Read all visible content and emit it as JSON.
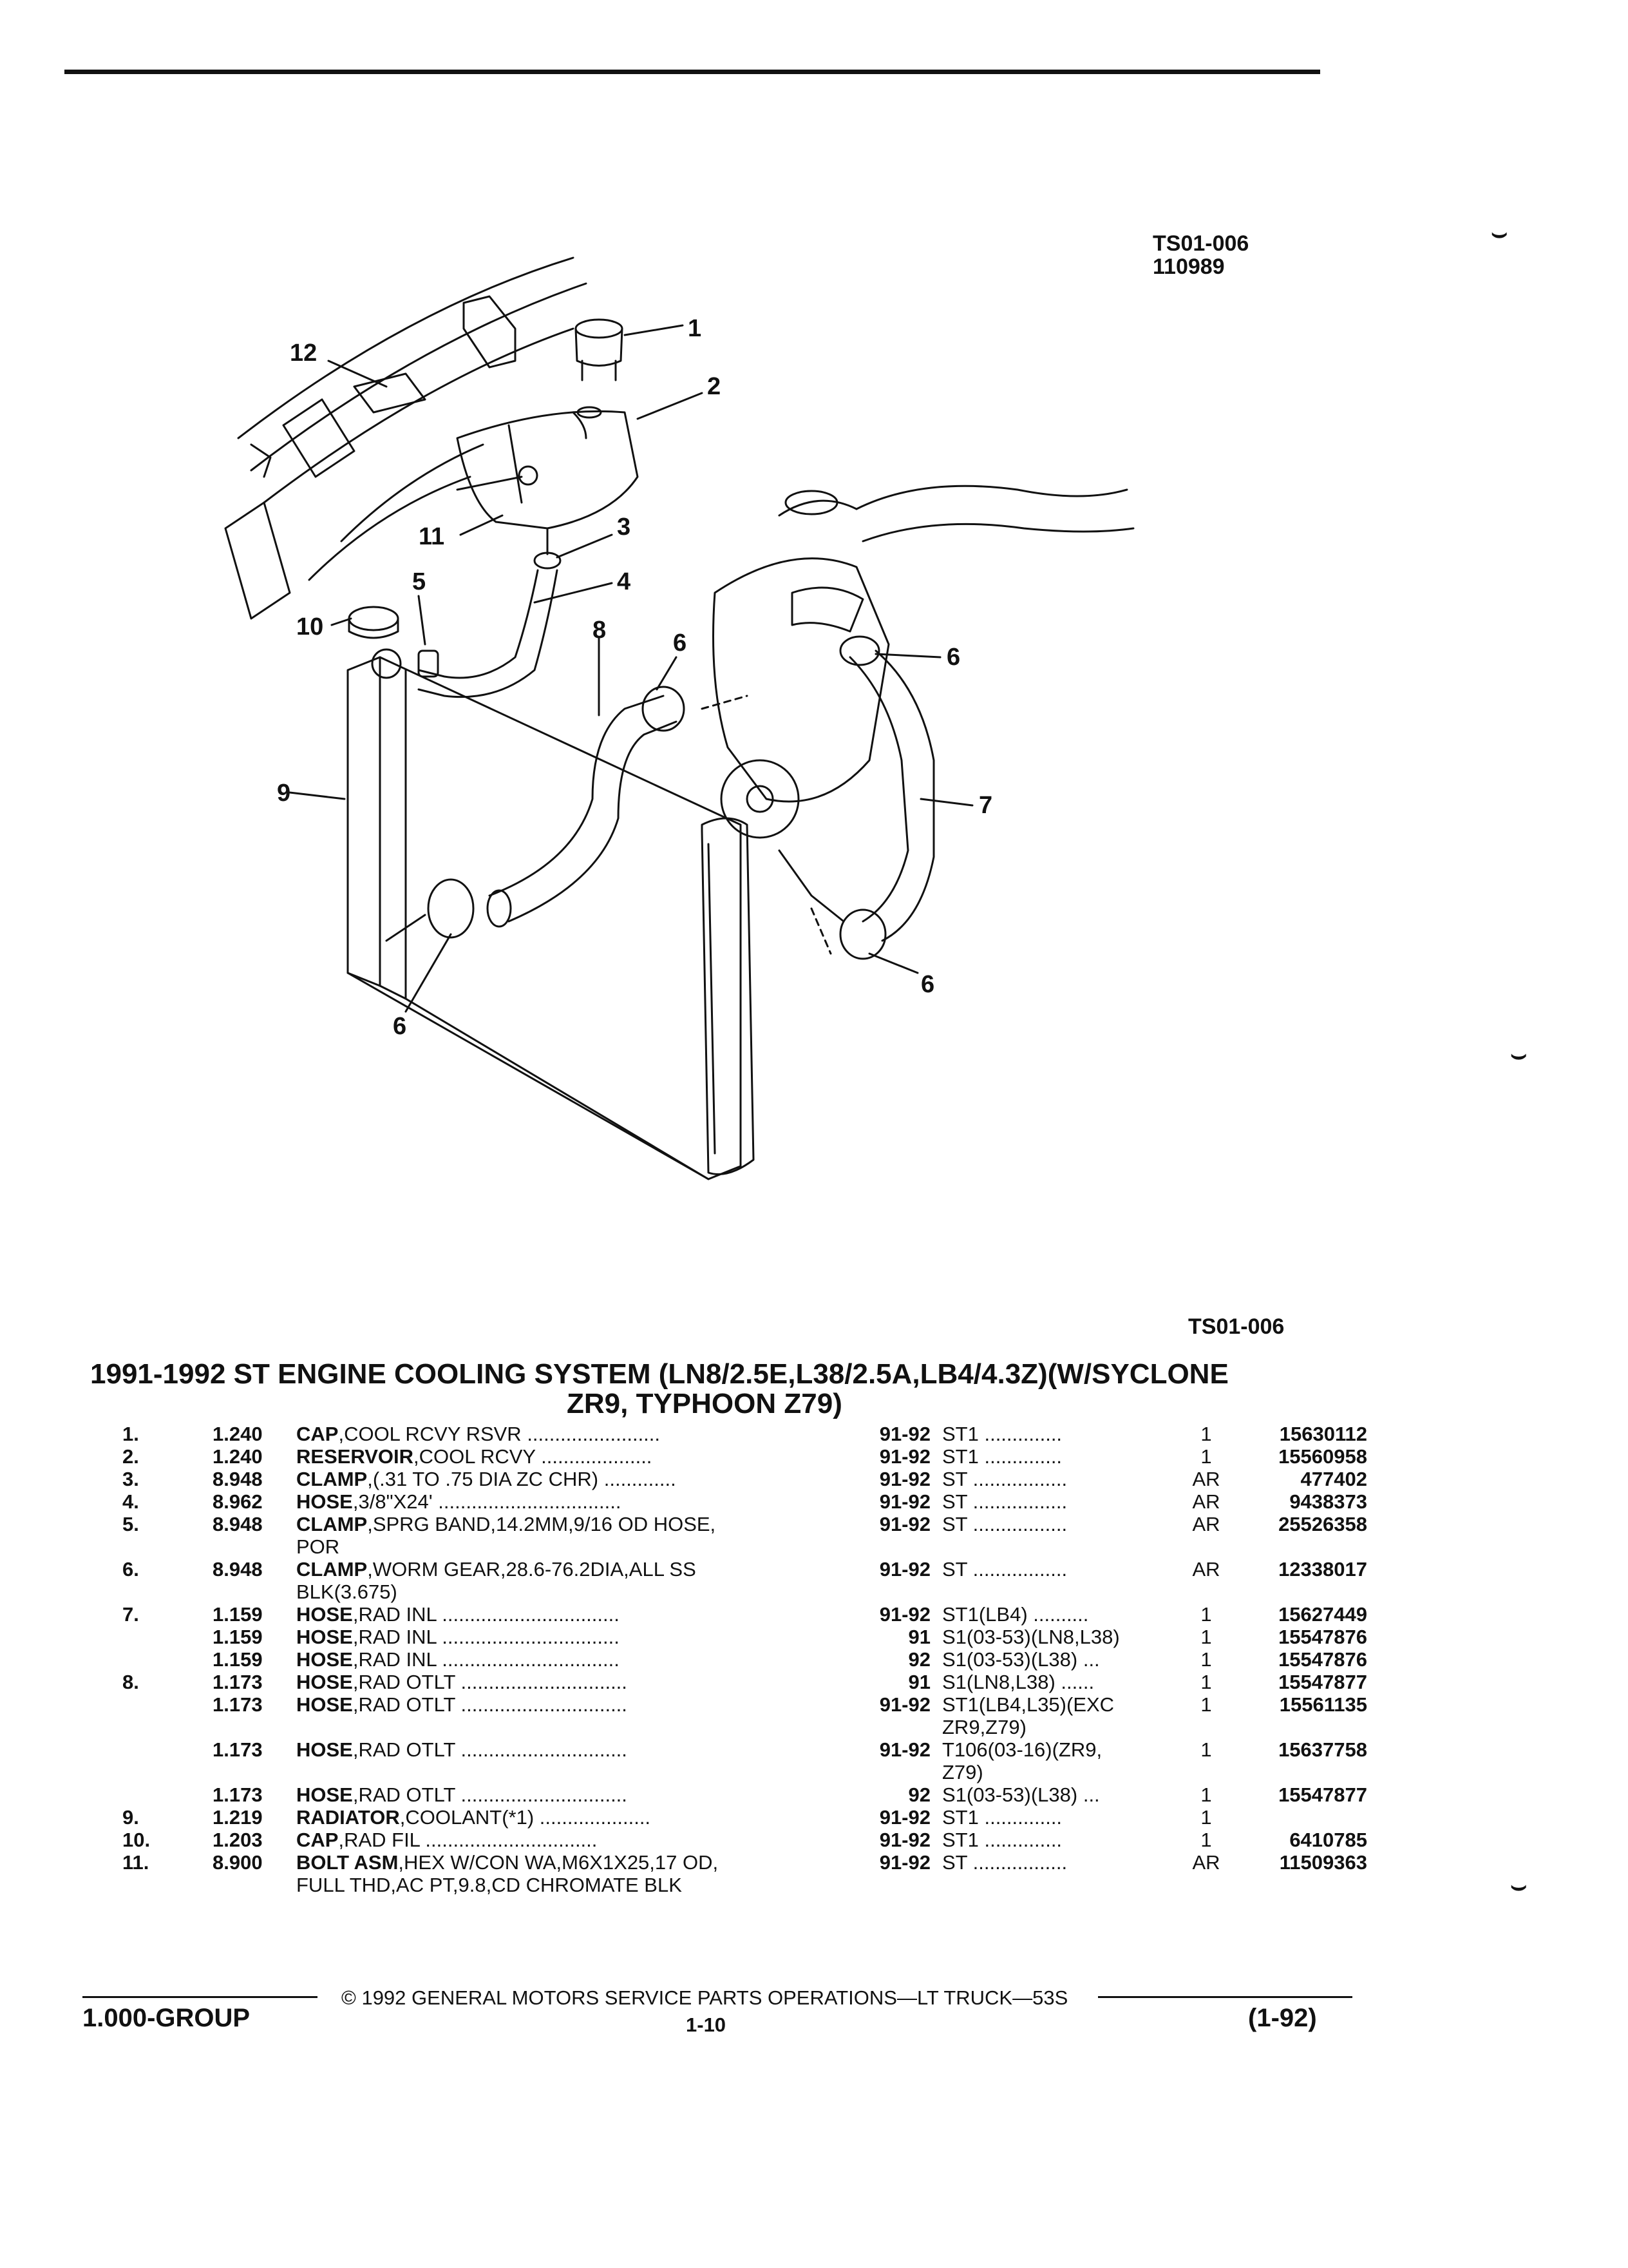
{
  "header": {
    "ref_code": "TS01-006",
    "ref_number": "110989"
  },
  "diagram": {
    "callouts": [
      "1",
      "2",
      "3",
      "4",
      "5",
      "6",
      "6",
      "6",
      "6",
      "7",
      "8",
      "9",
      "10",
      "11",
      "12"
    ]
  },
  "section_ref": "TS01-006",
  "title": {
    "line1": "1991-1992 ST ENGINE COOLING SYSTEM (LN8/2.5E,L38/2.5A,LB4/4.3Z)(W/SYCLONE",
    "line2": "ZR9, TYPHOON Z79)"
  },
  "parts": [
    {
      "idx": "1.",
      "grp": "1.240",
      "name": "CAP",
      "desc": ",COOL RCVY RSVR",
      "dots": " ........................",
      "cont": "",
      "yr": "91-92",
      "app": "ST1  ..............",
      "app2": "",
      "qty": "1",
      "pn": "15630112"
    },
    {
      "idx": "2.",
      "grp": "1.240",
      "name": "RESERVOIR",
      "desc": ",COOL RCVY",
      "dots": " ....................",
      "cont": "",
      "yr": "91-92",
      "app": "ST1  ..............",
      "app2": "",
      "qty": "1",
      "pn": "15560958"
    },
    {
      "idx": "3.",
      "grp": "8.948",
      "name": "CLAMP",
      "desc": ",(.31 TO .75 DIA ZC CHR)",
      "dots": " .............",
      "cont": "",
      "yr": "91-92",
      "app": "ST  .................",
      "app2": "",
      "qty": "AR",
      "pn": "477402"
    },
    {
      "idx": "4.",
      "grp": "8.962",
      "name": "HOSE",
      "desc": ",3/8\"X24'",
      "dots": " .................................",
      "cont": "",
      "yr": "91-92",
      "app": "ST  .................",
      "app2": "",
      "qty": "AR",
      "pn": "9438373"
    },
    {
      "idx": "5.",
      "grp": "8.948",
      "name": "CLAMP",
      "desc": ",SPRG BAND,14.2MM,9/16 OD HOSE,",
      "dots": "",
      "cont": "POR",
      "yr": "91-92",
      "app": "ST  .................",
      "app2": "",
      "qty": "AR",
      "pn": "25526358"
    },
    {
      "idx": "6.",
      "grp": "8.948",
      "name": "CLAMP",
      "desc": ",WORM GEAR,28.6-76.2DIA,ALL SS",
      "dots": "",
      "cont": "BLK(3.675)",
      "yr": "91-92",
      "app": "ST  .................",
      "app2": "",
      "qty": "AR",
      "pn": "12338017"
    },
    {
      "idx": "7.",
      "grp": "1.159",
      "name": "HOSE",
      "desc": ",RAD INL",
      "dots": " ................................",
      "cont": "",
      "yr": "91-92",
      "app": "ST1(LB4)  ..........",
      "app2": "",
      "qty": "1",
      "pn": "15627449"
    },
    {
      "idx": "",
      "grp": "1.159",
      "name": "HOSE",
      "desc": ",RAD INL",
      "dots": " ................................",
      "cont": "",
      "yr": "91",
      "app": "S1(03-53)(LN8,L38)",
      "app2": "",
      "qty": "1",
      "pn": "15547876"
    },
    {
      "idx": "",
      "grp": "1.159",
      "name": "HOSE",
      "desc": ",RAD INL",
      "dots": " ................................",
      "cont": "",
      "yr": "92",
      "app": "S1(03-53)(L38)  ...",
      "app2": "",
      "qty": "1",
      "pn": "15547876"
    },
    {
      "idx": "8.",
      "grp": "1.173",
      "name": "HOSE",
      "desc": ",RAD OTLT",
      "dots": " ..............................",
      "cont": "",
      "yr": "91",
      "app": "S1(LN8,L38)  ......",
      "app2": "",
      "qty": "1",
      "pn": "15547877"
    },
    {
      "idx": "",
      "grp": "1.173",
      "name": "HOSE",
      "desc": ",RAD OTLT",
      "dots": " ..............................",
      "cont": "",
      "yr": "91-92",
      "app": "ST1(LB4,L35)(EXC",
      "app2": "ZR9,Z79)",
      "qty": "1",
      "pn": "15561135"
    },
    {
      "idx": "",
      "grp": "1.173",
      "name": "HOSE",
      "desc": ",RAD OTLT",
      "dots": " ..............................",
      "cont": "",
      "yr": "91-92",
      "app": "T106(03-16)(ZR9,",
      "app2": "Z79)",
      "qty": "1",
      "pn": "15637758"
    },
    {
      "idx": "",
      "grp": "1.173",
      "name": "HOSE",
      "desc": ",RAD OTLT",
      "dots": " ..............................",
      "cont": "",
      "yr": "92",
      "app": "S1(03-53)(L38)  ...",
      "app2": "",
      "qty": "1",
      "pn": "15547877"
    },
    {
      "idx": "9.",
      "grp": "1.219",
      "name": "RADIATOR",
      "desc": ",COOLANT(*1)",
      "dots": " ....................",
      "cont": "",
      "yr": "91-92",
      "app": "ST1  ..............",
      "app2": "",
      "qty": "1",
      "pn": ""
    },
    {
      "idx": "10.",
      "grp": "1.203",
      "name": "CAP",
      "desc": ",RAD FIL",
      "dots": " ...............................",
      "cont": "",
      "yr": "91-92",
      "app": "ST1  ..............",
      "app2": "",
      "qty": "1",
      "pn": "6410785"
    },
    {
      "idx": "11.",
      "grp": "8.900",
      "name": "BOLT ASM",
      "desc": ",HEX W/CON WA,M6X1X25,17 OD,",
      "dots": "",
      "cont": "FULL THD,AC PT,9.8,CD CHROMATE BLK",
      "yr": "91-92",
      "app": "ST  .................",
      "app2": "",
      "qty": "AR",
      "pn": "11509363"
    }
  ],
  "footer": {
    "copyright": "© 1992 GENERAL MOTORS SERVICE PARTS OPERATIONS—LT TRUCK—53S",
    "group": "1.000-GROUP",
    "page": "1-10",
    "date": "(1-92)"
  }
}
